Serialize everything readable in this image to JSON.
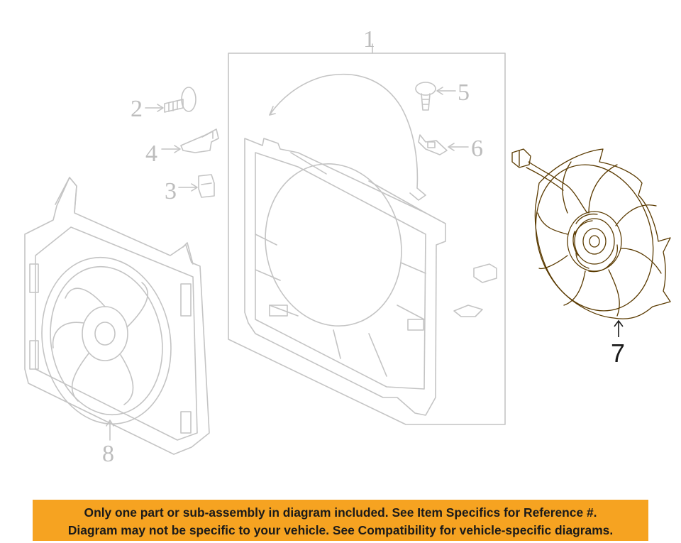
{
  "diagram": {
    "callouts": [
      {
        "id": "1",
        "label": "1",
        "highlighted": false
      },
      {
        "id": "2",
        "label": "2",
        "highlighted": false
      },
      {
        "id": "3",
        "label": "3",
        "highlighted": false
      },
      {
        "id": "4",
        "label": "4",
        "highlighted": false
      },
      {
        "id": "5",
        "label": "5",
        "highlighted": false
      },
      {
        "id": "6",
        "label": "6",
        "highlighted": false
      },
      {
        "id": "7",
        "label": "7",
        "highlighted": true
      },
      {
        "id": "8",
        "label": "8",
        "highlighted": false
      }
    ],
    "colors": {
      "highlight_part": "#f7a01c",
      "ghost_line": "#c4c4c4",
      "banner": "#f6a321"
    }
  },
  "disclaimer": {
    "line1": "Only one part or sub-assembly in diagram included. See Item Specifics for Reference #.",
    "line2": "Diagram may not be specific to your vehicle. See Compatibility for vehicle-specific diagrams."
  }
}
